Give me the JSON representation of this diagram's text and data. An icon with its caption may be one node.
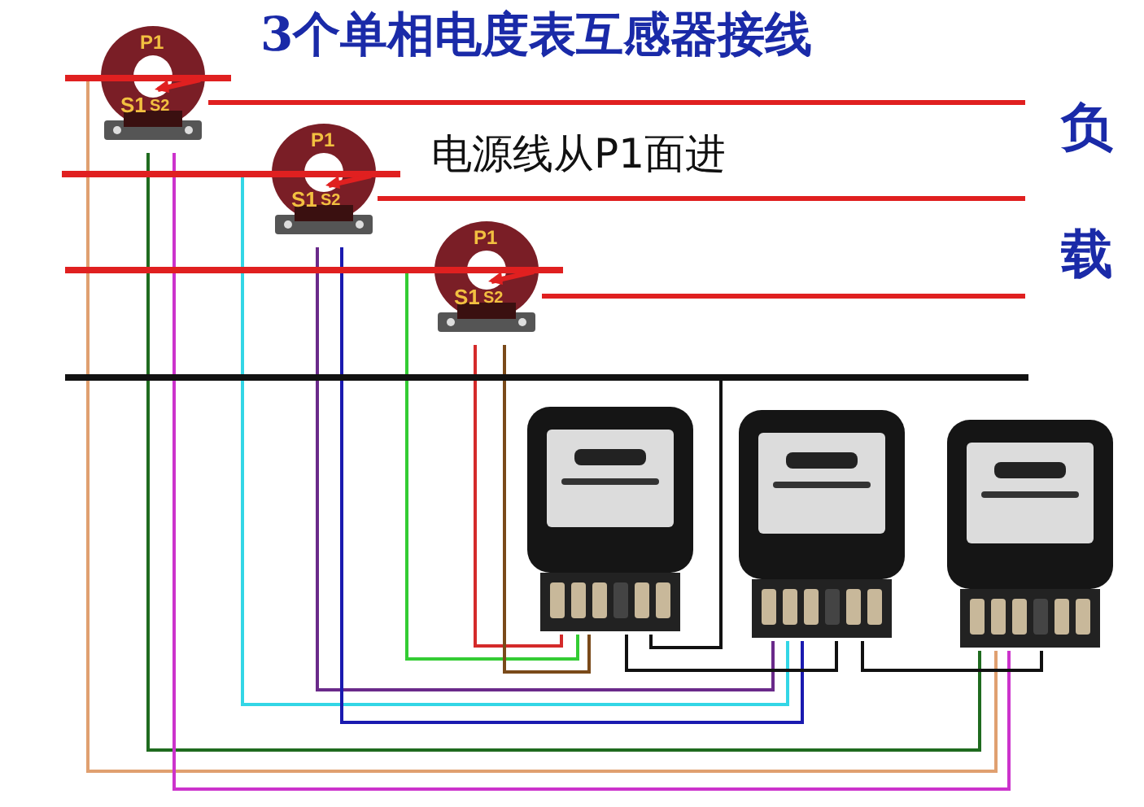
{
  "diagram": {
    "title": "3个单相电度表互感器接线",
    "nodes": [
      {
        "text": [
          "P1",
          "S1",
          "S2"
        ]
      },
      {
        "text": [
          "P1",
          "S1",
          "S2"
        ]
      },
      {
        "text": [
          "P1",
          "S1",
          "S2"
        ]
      },
      {
        "text": [],
        "shape": "picture"
      },
      {
        "text": [],
        "shape": "picture"
      },
      {
        "text": [],
        "shape": "picture"
      },
      {
        "text": [],
        "shape": "bar"
      },
      {
        "text": [],
        "shape": "bar"
      },
      {
        "text": [],
        "shape": "bar"
      },
      {
        "text": [],
        "shape": "bar"
      }
    ],
    "edges": [
      {
        "from": 2,
        "to": 3,
        "arrow": "none",
        "color": "#d42a2a"
      },
      {
        "from": 8,
        "to": 3,
        "arrow": "none",
        "color": "#33cc33"
      },
      {
        "from": 2,
        "to": 3,
        "arrow": "none",
        "color": "#7a4a1a"
      },
      {
        "from": 1,
        "to": 4,
        "arrow": "none",
        "color": "#6a2a8a"
      },
      {
        "from": 7,
        "to": 4,
        "arrow": "none",
        "color": "#33d6e6"
      },
      {
        "from": 1,
        "to": 4,
        "arrow": "none",
        "color": "#1a1ab0"
      },
      {
        "from": 0,
        "to": 5,
        "arrow": "none",
        "color": "#1f6b1f"
      },
      {
        "from": 6,
        "to": 5,
        "arrow": "none",
        "color": "#e0a070"
      },
      {
        "from": 0,
        "to": 5,
        "arrow": "none",
        "color": "#cc33cc"
      },
      {
        "from": 3,
        "to": 9,
        "arrow": "none",
        "color": "#111111"
      },
      {
        "from": 3,
        "to": 4,
        "arrow": "none",
        "color": "#111111"
      },
      {
        "from": 4,
        "to": 5,
        "arrow": "none",
        "color": "#111111"
      }
    ],
    "labels": [
      "电源线从P1面进",
      "负",
      "载"
    ]
  }
}
